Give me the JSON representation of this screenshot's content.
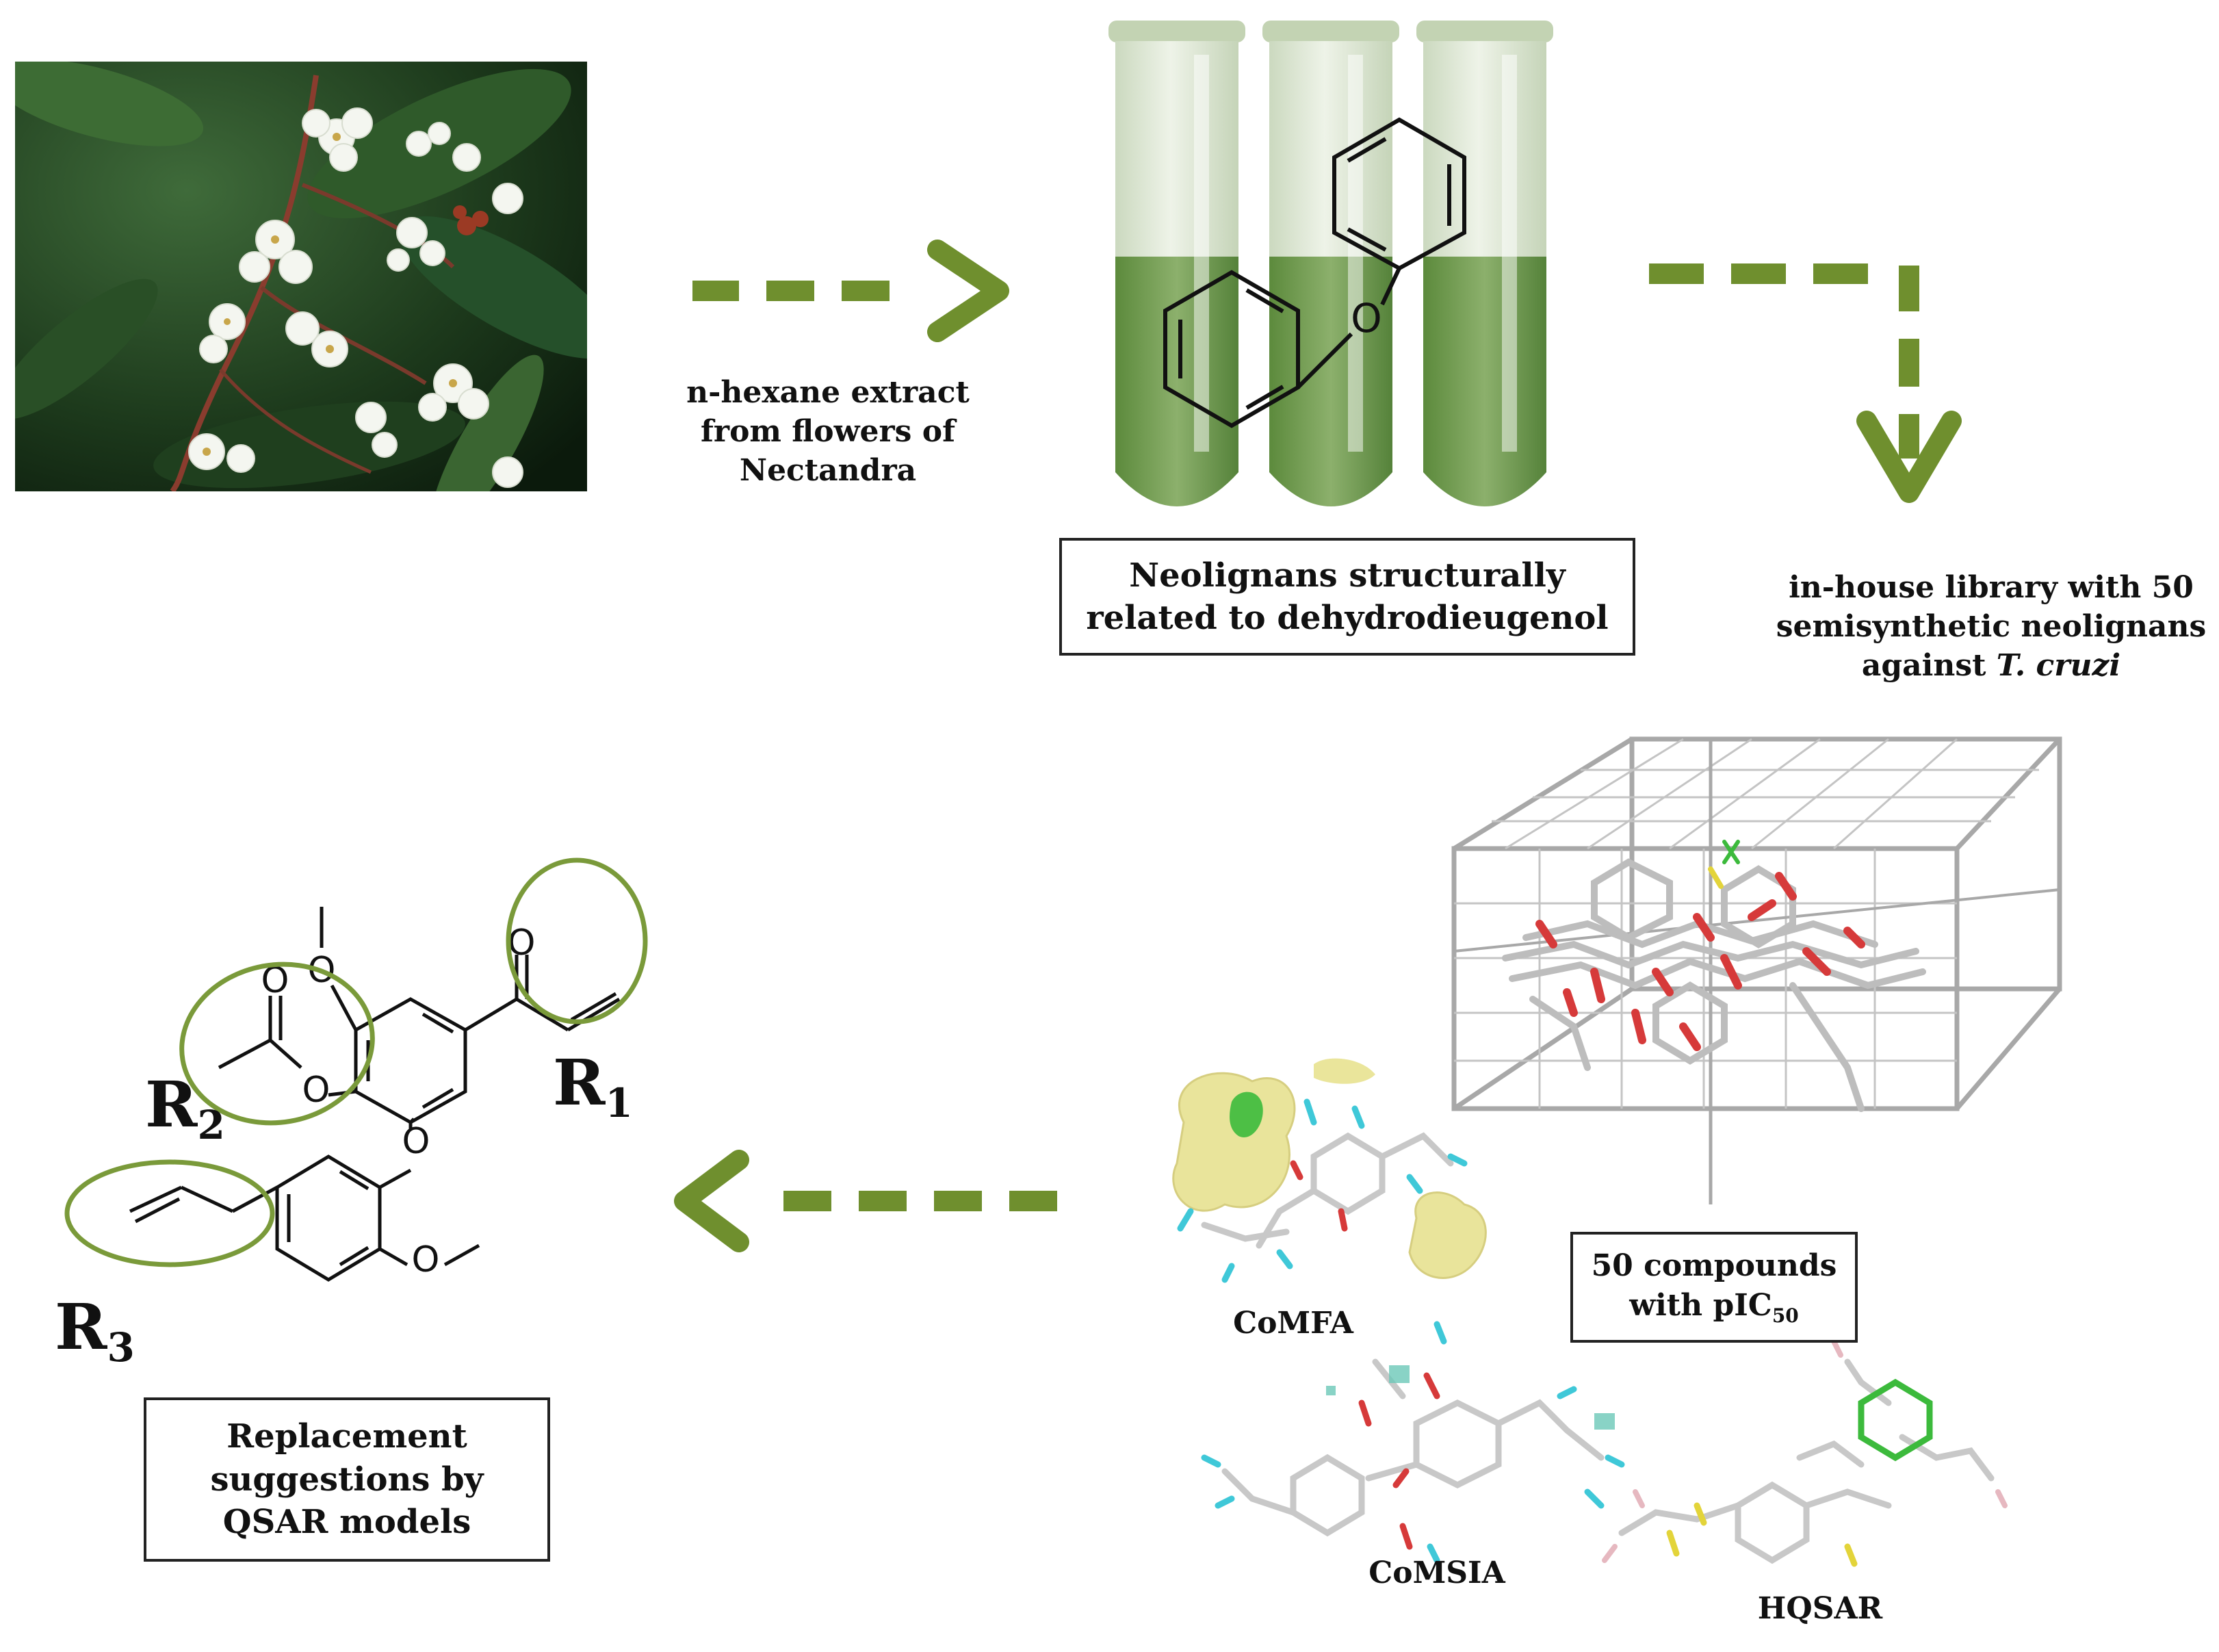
{
  "colors": {
    "arrow": "#6f8f2e",
    "ellipse": "#7a9a3a",
    "tube_fill": "#6f9a4f",
    "tube_glass": "#dde8d2",
    "contour_yellow": "#e6e08a",
    "contour_green": "#3cba3c",
    "oxygen_red": "#d63a3a",
    "hydrogen_cyan": "#3fc8d8",
    "sulfur_yellow": "#e3d43a"
  },
  "icons": {
    "photo": "flower-photo",
    "tubes": "test-tubes-icon",
    "grid": "alignment-cube",
    "models": "molecule-model-icon"
  },
  "captions": {
    "extract": [
      "n-hexane extract",
      "from flowers of",
      "Nectandra"
    ],
    "neolignans": [
      "Neolignans structurally",
      "related to dehydrodieugenol"
    ],
    "library_lines": [
      "in-house library with 50",
      "semisynthetic neolignans"
    ],
    "library_prefix": "against",
    "library_italic": "T. cruzi",
    "compounds_line1": "50 compounds",
    "compounds_line2_prefix": "with pIC",
    "compounds_line2_sub": "50",
    "replacement": [
      "Replacement",
      "suggestions by",
      "QSAR models"
    ],
    "comfa": "CoMFA",
    "comsia": "CoMSIA",
    "hqsar": "HQSAR"
  },
  "structure": {
    "R1": {
      "letter": "R",
      "sub": "1"
    },
    "R2": {
      "letter": "R",
      "sub": "2"
    },
    "R3": {
      "letter": "R",
      "sub": "3"
    },
    "atom_O": "O"
  }
}
